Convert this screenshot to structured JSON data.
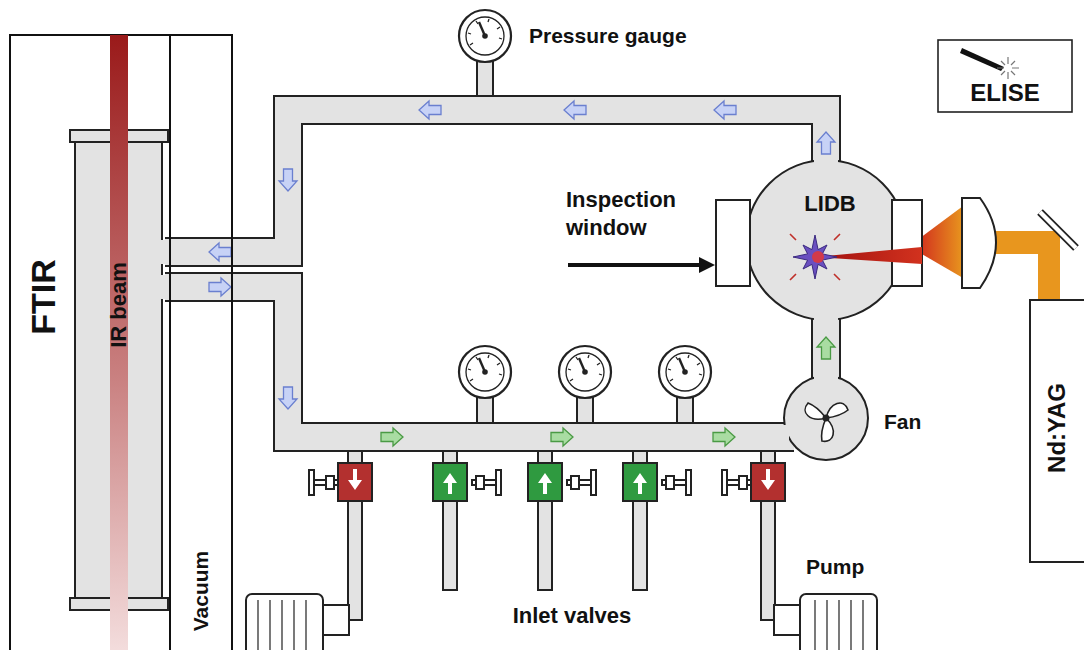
{
  "diagram": {
    "nodes": [
      {
        "text": [
          "FTIR"
        ]
      },
      {
        "text": [
          "IR beam"
        ]
      },
      {
        "text": [
          "Vacuum"
        ],
        "in": 0
      },
      {
        "text": [
          "Pressure gauge"
        ]
      },
      {
        "text": [
          "ELISE"
        ]
      },
      {
        "text": [
          "LIDB"
        ]
      },
      {
        "text": [
          "Fan"
        ]
      },
      {
        "text": [
          "Nd:YAG"
        ]
      },
      {
        "text": [
          "Pump"
        ]
      }
    ],
    "edges": [
      {
        "from": 5,
        "to": 1,
        "arrow": "to"
      },
      {
        "from": 1,
        "to": 6,
        "arrow": "to"
      },
      {
        "from": 6,
        "to": 5,
        "arrow": "to"
      }
    ],
    "labels": [
      "Inspection window",
      "Inlet valves"
    ]
  }
}
